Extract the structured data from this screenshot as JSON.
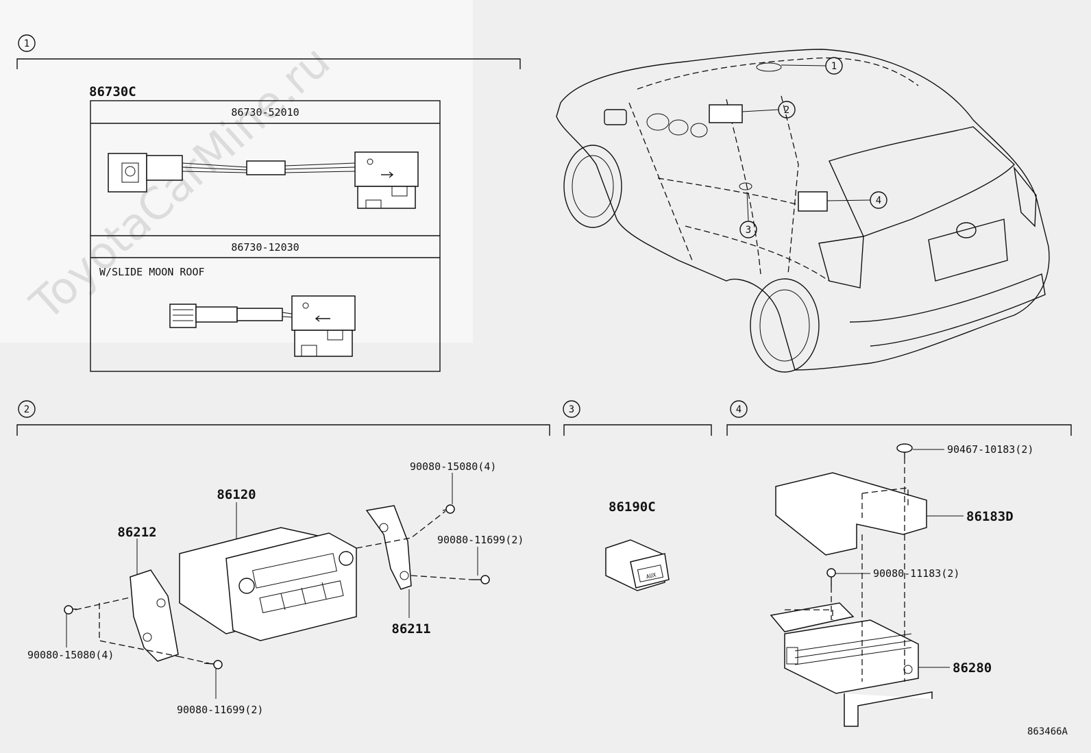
{
  "watermark": "ToyotaCarMine.ru",
  "diagram_id": "863466A",
  "sections": [
    {
      "marker": "1"
    },
    {
      "marker": "2"
    },
    {
      "marker": "3"
    },
    {
      "marker": "4"
    }
  ],
  "car_callouts": [
    "1",
    "2",
    "3",
    "4"
  ],
  "section1": {
    "assembly": "86730C",
    "rows": [
      {
        "part_no": "86730-52010",
        "note": ""
      },
      {
        "part_no": "86730-12030",
        "note": "W/SLIDE MOON ROOF"
      }
    ]
  },
  "section2": {
    "labels": {
      "radio": "86120",
      "left_bracket": "86212",
      "right_bracket": "86211",
      "screw_top_right": "90080-15080(4)",
      "bolt_right": "90080-11699(2)",
      "screw_left": "90080-15080(4)",
      "bolt_bottom": "90080-11699(2)"
    }
  },
  "section3": {
    "labels": {
      "switch": "86190C",
      "switch_face": "AUX"
    }
  },
  "section4": {
    "labels": {
      "clip": "90467-10183(2)",
      "cover": "86183D",
      "bolt": "90080-11183(2)",
      "amplifier": "86280"
    }
  }
}
